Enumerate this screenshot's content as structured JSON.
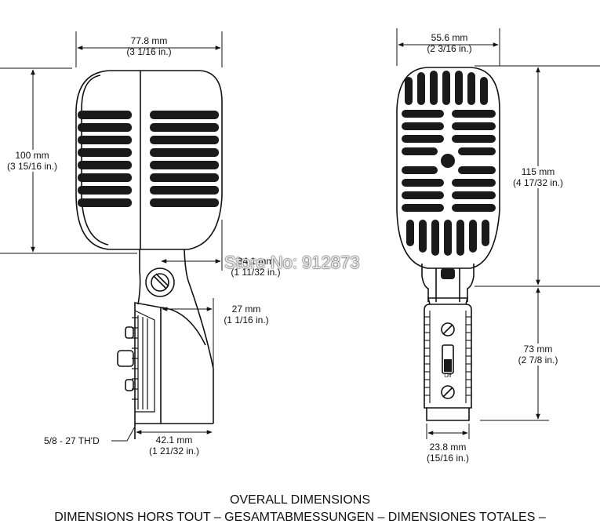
{
  "side_view": {
    "width": {
      "mm": "77.8 mm",
      "in": "(3 1/16 in.)"
    },
    "head_height": {
      "mm": "100 mm",
      "in": "(3 15/16 in.)"
    },
    "head_depth": {
      "mm": "34.1 mm",
      "in": "(1 11/32 in.)"
    },
    "body_depth": {
      "mm": "27 mm",
      "in": "(1 1/16 in.)"
    },
    "base_width": {
      "mm": "42.1 mm",
      "in": "(1 21/32 in.)"
    },
    "thread": "5/8 - 27  TH'D"
  },
  "front_view": {
    "width": {
      "mm": "55.6 mm",
      "in": "(2 3/16 in.)"
    },
    "head_height": {
      "mm": "115 mm",
      "in": "(4 17/32 in.)"
    },
    "handle_height": {
      "mm": "73 mm",
      "in": "(2 7/8 in.)"
    },
    "base_width": {
      "mm": "23.8 mm",
      "in": "(15/16 in.)"
    },
    "switch_label": "Off"
  },
  "watermark": "Store No: 912873",
  "caption": {
    "line1": "OVERALL DIMENSIONS",
    "line2": "DIMENSIONS HORS TOUT – GESAMTABMESSUNGEN – DIMENSIONES TOTALES –"
  }
}
